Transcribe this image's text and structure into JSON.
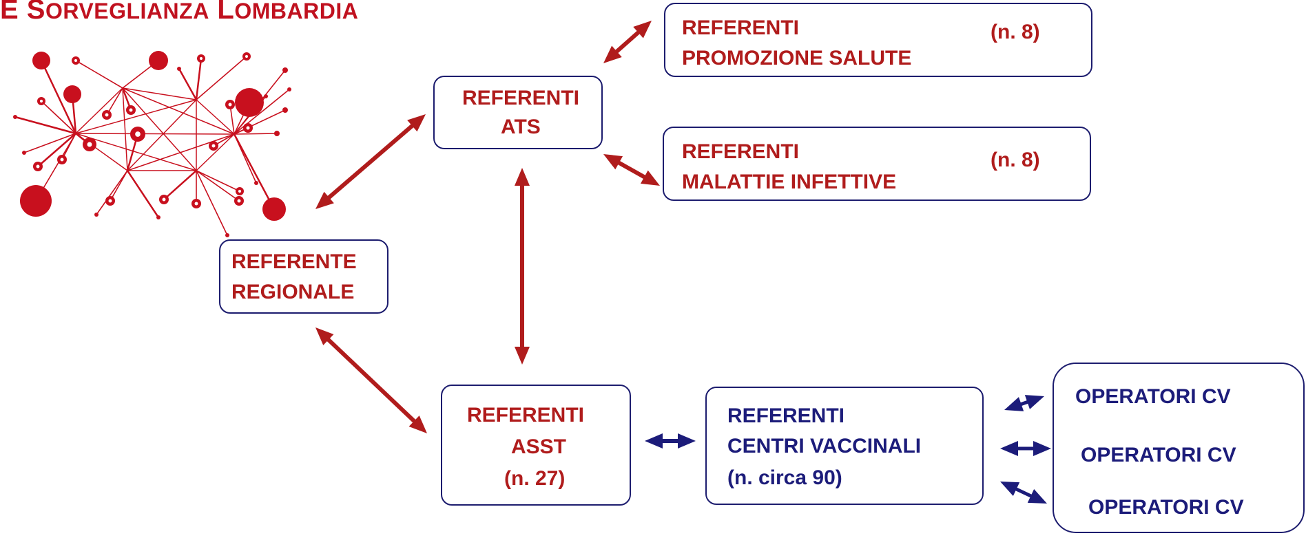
{
  "title": {
    "prefix": "E S",
    "small1": "ORVEGLIANZA",
    "mid": " L",
    "small2": "OMBARDIA"
  },
  "colors": {
    "accent_red": "#b01c1c",
    "navy": "#1c1c7a",
    "network_red": "#c8101e"
  },
  "nodes": {
    "referente_regionale": {
      "line1": "REFERENTE",
      "line2": "REGIONALE"
    },
    "referenti_ats": {
      "line1": "REFERENTI",
      "line2": "ATS"
    },
    "referenti_promozione": {
      "line1": "REFERENTI",
      "count": "(n. 8)",
      "line2": "PROMOZIONE SALUTE"
    },
    "referenti_malattie": {
      "line1": "REFERENTI",
      "count": "(n. 8)",
      "line2": "MALATTIE INFETTIVE"
    },
    "referenti_asst": {
      "line1": "REFERENTI",
      "line2": "ASST",
      "count": "(n. 27)"
    },
    "referenti_cv": {
      "line1": "REFERENTI",
      "line2": "CENTRI VACCINALI",
      "count": "(n. circa 90)"
    },
    "operatori": {
      "op1": "OPERATORI CV",
      "op2": "OPERATORI CV",
      "op3": "OPERATORI CV"
    }
  },
  "icons": {
    "network": "network-graph-icon"
  }
}
